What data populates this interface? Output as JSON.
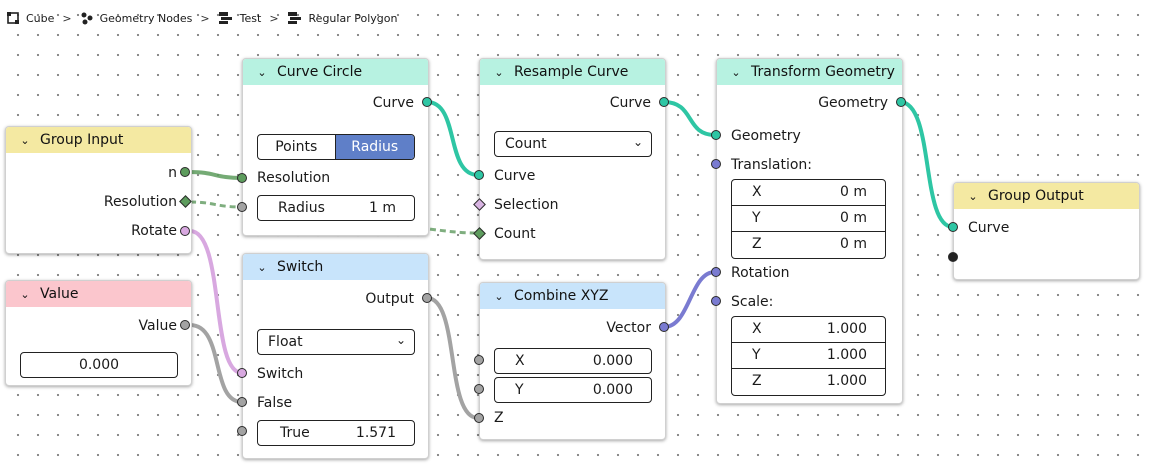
{
  "breadcrumb": {
    "items": [
      {
        "label": "Cube",
        "icon": "mesh-object-icon"
      },
      {
        "label": "Geometry Nodes",
        "icon": "geometry-nodes-modifier-icon"
      },
      {
        "label": "Test",
        "icon": "node-tree-icon"
      },
      {
        "label": "Regular Polygon",
        "icon": "node-group-icon"
      }
    ],
    "separator": ">"
  },
  "colors": {
    "geometry_socket": "#2ec6a4",
    "float_socket": "#a3a3a3",
    "vector_socket": "#7a7bd1",
    "boolean_socket": "#d8a8e0",
    "int_socket": "#5d9c5d",
    "header_geometry": "#b7f2e1",
    "header_utility": "#c8e4fb",
    "header_group": "#f4e9a2",
    "header_input": "#fbc6cd",
    "active_toggle": "#5f7fc8"
  },
  "nodes": {
    "group_input": {
      "title": "Group Input",
      "outputs": [
        "n",
        "Resolution",
        "Rotate"
      ]
    },
    "value": {
      "title": "Value",
      "output": "Value",
      "field_value": "0.000"
    },
    "curve_circle": {
      "title": "Curve Circle",
      "output": "Curve",
      "mode_options": [
        "Points",
        "Radius"
      ],
      "mode_selected": "Radius",
      "input_resolution": "Resolution",
      "radius_label": "Radius",
      "radius_value": "1 m"
    },
    "switch": {
      "title": "Switch",
      "output": "Output",
      "type": "Float",
      "input_switch": "Switch",
      "input_false": "False",
      "true_label": "True",
      "true_value": "1.571"
    },
    "resample_curve": {
      "title": "Resample Curve",
      "output": "Curve",
      "mode": "Count",
      "inputs": [
        "Curve",
        "Selection",
        "Count"
      ]
    },
    "combine_xyz": {
      "title": "Combine XYZ",
      "output": "Vector",
      "x_label": "X",
      "x_value": "0.000",
      "y_label": "Y",
      "y_value": "0.000",
      "input_z": "Z"
    },
    "transform_geometry": {
      "title": "Transform Geometry",
      "output": "Geometry",
      "input_geometry": "Geometry",
      "translation_label": "Translation:",
      "translation": [
        {
          "axis": "X",
          "value": "0 m"
        },
        {
          "axis": "Y",
          "value": "0 m"
        },
        {
          "axis": "Z",
          "value": "0 m"
        }
      ],
      "rotation_label": "Rotation",
      "scale_label": "Scale:",
      "scale": [
        {
          "axis": "X",
          "value": "1.000"
        },
        {
          "axis": "Y",
          "value": "1.000"
        },
        {
          "axis": "Z",
          "value": "1.000"
        }
      ]
    },
    "group_output": {
      "title": "Group Output",
      "input": "Curve"
    }
  }
}
